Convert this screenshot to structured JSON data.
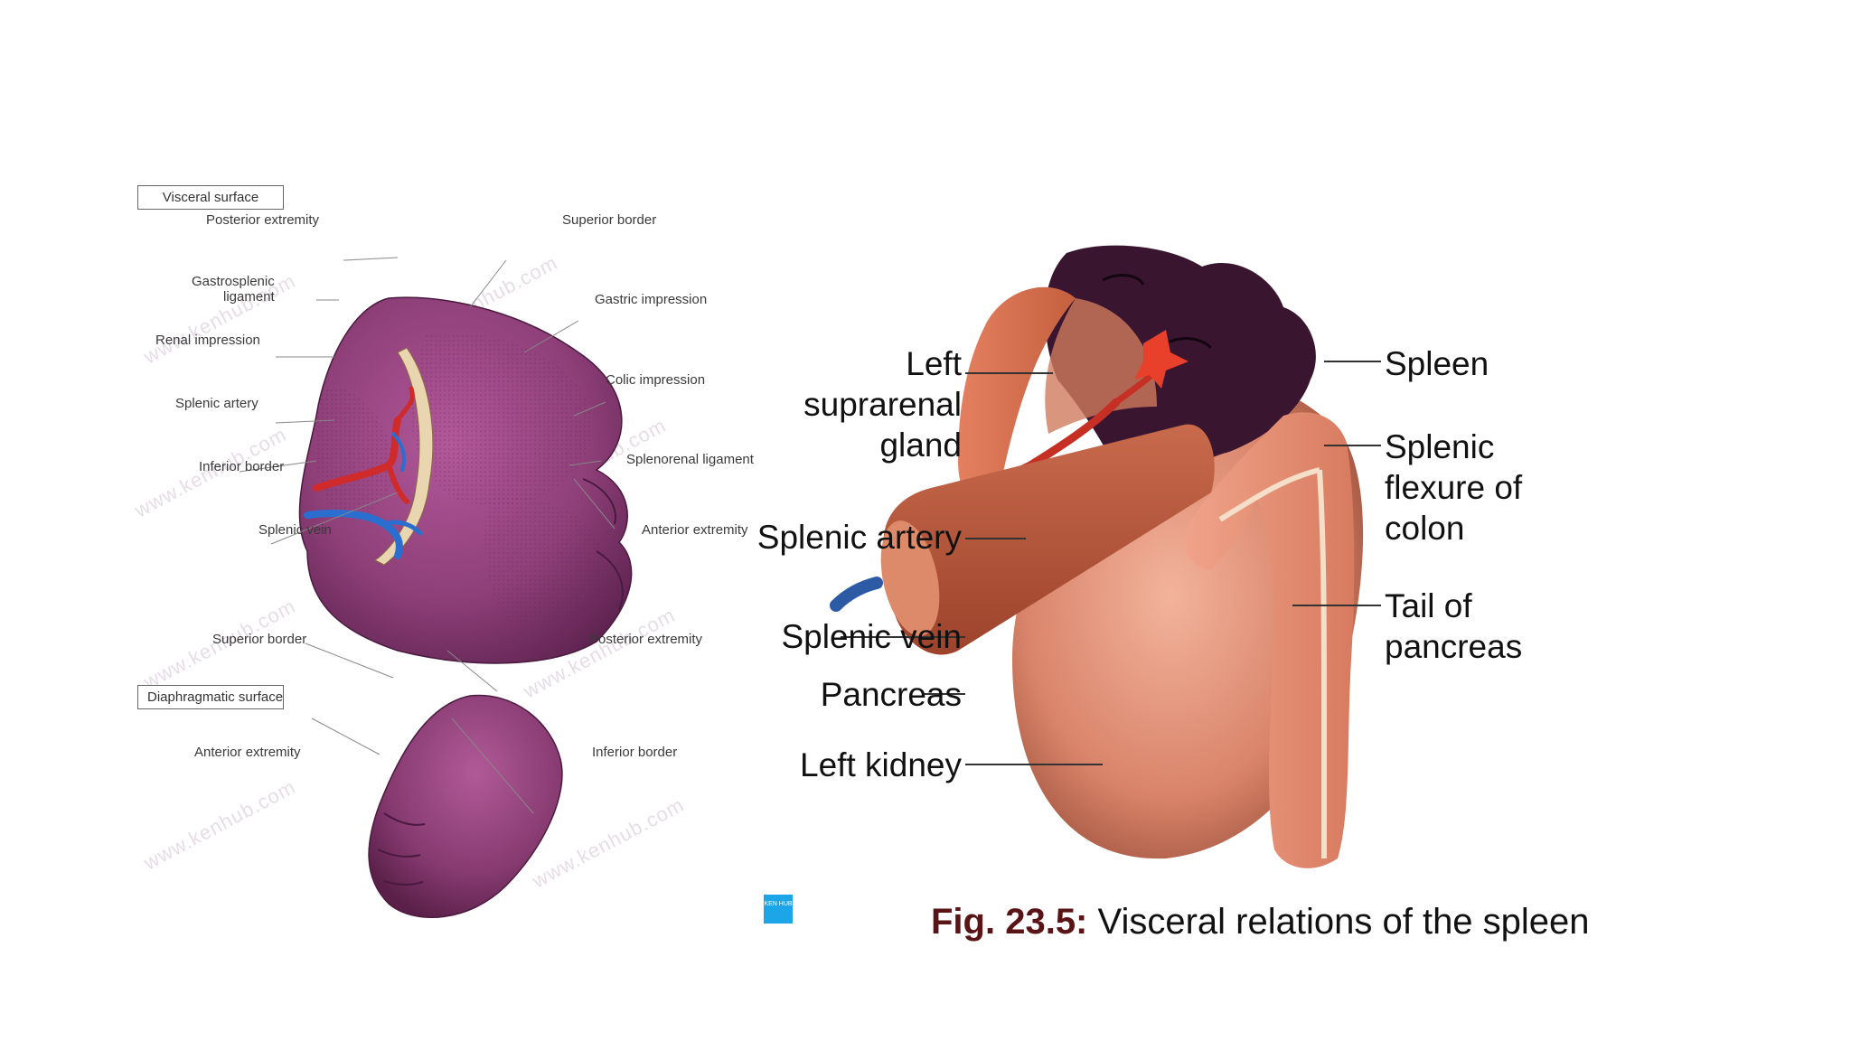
{
  "left_figure": {
    "visceral_box": "Visceral surface",
    "diaphragmatic_box": "Diaphragmatic surface",
    "visceral_labels": {
      "posterior_extremity": "Posterior extremity",
      "gastrosplenic": "Gastrosplenic\nligament",
      "renal_impression": "Renal impression",
      "splenic_artery": "Splenic artery",
      "inferior_border": "Inferior border",
      "splenic_vein": "Splenic vein",
      "superior_border": "Superior border",
      "gastric_impression": "Gastric impression",
      "colic_impression": "Colic impression",
      "splenorenal_ligament": "Splenorenal ligament",
      "anterior_extremity": "Anterior extremity"
    },
    "diaphragmatic_labels": {
      "superior_border": "Superior border",
      "anterior_extremity": "Anterior extremity",
      "posterior_extremity": "Posterior extremity",
      "inferior_border": "Inferior border"
    },
    "watermark": "www.kenhub.com",
    "logo_text": "KEN HUB"
  },
  "right_figure": {
    "labels_left": {
      "left_suprarenal_gland": "Left\nsuprarenal\ngland",
      "splenic_artery": "Splenic artery",
      "splenic_vein": "Splenic vein",
      "pancreas": "Pancreas",
      "left_kidney": "Left kidney"
    },
    "labels_right": {
      "spleen": "Spleen",
      "splenic_flexure": "Splenic\nflexure of\ncolon",
      "tail_of_pancreas": "Tail of\npancreas"
    },
    "caption_fig": "Fig. 23.5:",
    "caption_text": "Visceral relations of the spleen"
  },
  "colors": {
    "spleen_purple": "#8e3f78",
    "spleen_dark": "#3a1430",
    "kidney": "#d9846a",
    "pancreas": "#b9553c",
    "artery": "#d63a2a",
    "vein": "#2a5aa0",
    "colon": "#e89278"
  }
}
